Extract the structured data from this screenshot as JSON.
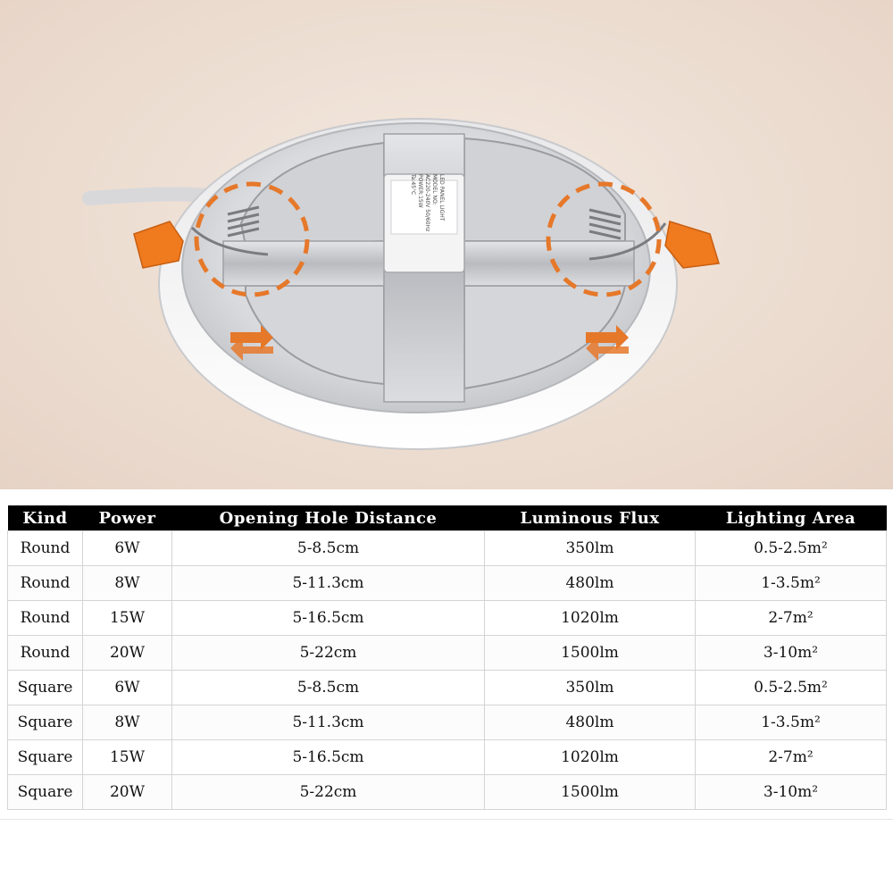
{
  "product": {
    "label_lines": [
      "LED PANEL LIGHT",
      "MODEL NO:",
      "AC220-240V 50/60Hz",
      "POWER:15W",
      "Ta:45°C"
    ]
  },
  "table": {
    "headers": [
      "Kind",
      "Power",
      "Opening Hole Distance",
      "Luminous Flux",
      "Lighting Area"
    ],
    "rows": [
      {
        "kind": "Round",
        "power": "6W",
        "distance": "5-8.5cm",
        "flux": "350lm",
        "area": "0.5-2.5m²"
      },
      {
        "kind": "Round",
        "power": "8W",
        "distance": "5-11.3cm",
        "flux": "480lm",
        "area": "1-3.5m²"
      },
      {
        "kind": "Round",
        "power": "15W",
        "distance": "5-16.5cm",
        "flux": "1020lm",
        "area": "2-7m²"
      },
      {
        "kind": "Round",
        "power": "20W",
        "distance": "5-22cm",
        "flux": "1500lm",
        "area": "3-10m²"
      },
      {
        "kind": "Square",
        "power": "6W",
        "distance": "5-8.5cm",
        "flux": "350lm",
        "area": "0.5-2.5m²"
      },
      {
        "kind": "Square",
        "power": "8W",
        "distance": "5-11.3cm",
        "flux": "480lm",
        "area": "1-3.5m²"
      },
      {
        "kind": "Square",
        "power": "15W",
        "distance": "5-16.5cm",
        "flux": "1020lm",
        "area": "2-7m²"
      },
      {
        "kind": "Square",
        "power": "20W",
        "distance": "5-22cm",
        "flux": "1500lm",
        "area": "3-10m²"
      }
    ]
  },
  "colors": {
    "accent_orange": "#f07a1e",
    "header_bg": "#000000",
    "photo_bg": "#ecdcd0"
  }
}
